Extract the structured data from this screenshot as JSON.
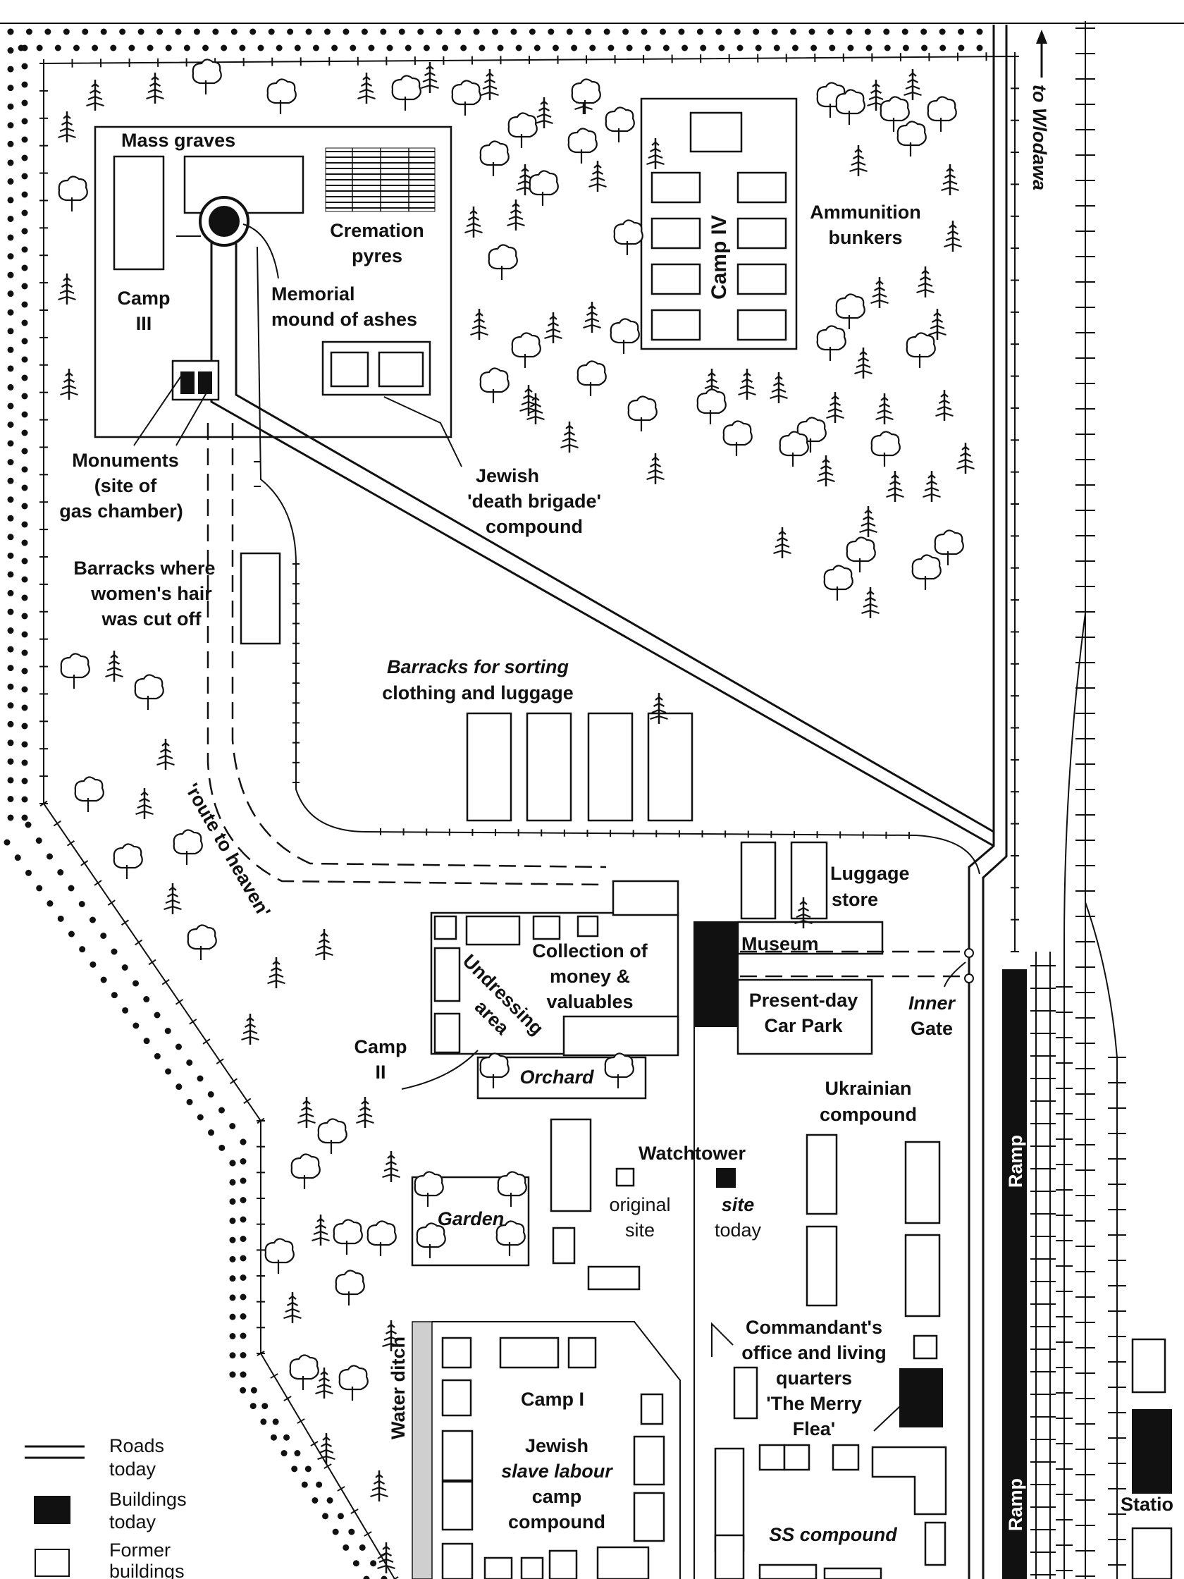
{
  "labels": {
    "mass_graves": "Mass graves",
    "cremation_pyres": [
      "Cremation",
      "pyres"
    ],
    "camp_iii": [
      "Camp",
      "III"
    ],
    "memorial": [
      "Memorial",
      "mound of ashes"
    ],
    "camp_iv": "Camp IV",
    "ammunition": [
      "Ammunition",
      "bunkers"
    ],
    "to_wlodawa": "to Wlodawa",
    "monuments": [
      "Monuments",
      "(site of",
      "gas chamber)"
    ],
    "death_brigade": [
      "Jewish",
      "'death brigade'",
      "compound"
    ],
    "hair_barracks": [
      "Barracks where",
      "women's hair",
      "was cut off"
    ],
    "sorting_barracks": [
      "Barracks for sorting",
      "clothing and luggage"
    ],
    "route_to_heaven": "'route to heaven'",
    "luggage_store": [
      "Luggage",
      "store"
    ],
    "museum": "Museum",
    "collection": [
      "Collection of",
      "money &",
      "valuables"
    ],
    "undressing": [
      "Undressing",
      "area"
    ],
    "car_park": [
      "Present-day",
      "Car Park"
    ],
    "inner_gate": [
      "Inner",
      "Gate"
    ],
    "camp_ii": [
      "Camp",
      "II"
    ],
    "orchard": "Orchard",
    "ukrainian": [
      "Ukrainian",
      "compound"
    ],
    "watchtower": "Watchtower",
    "original_site": [
      "original",
      "site"
    ],
    "site_today": [
      "site",
      "today"
    ],
    "garden": "Garden",
    "ramp": "Ramp",
    "water_ditch": "Water ditch",
    "camp_i": "Camp I",
    "slave_labour": [
      "Jewish",
      "slave labour",
      "camp",
      "compound"
    ],
    "commandant": [
      "Commandant's",
      "office and living",
      "quarters",
      "'The Merry",
      "Flea'"
    ],
    "ss_compound": "SS compound",
    "station": "Statio"
  },
  "legend": {
    "roads": [
      "Roads",
      "today"
    ],
    "buildings_today": [
      "Buildings",
      "today"
    ],
    "former_buildings": [
      "Former",
      "buildings"
    ]
  },
  "colors": {
    "ink": "#111111",
    "paper": "#ffffff",
    "ditch": "#cfcfcf"
  }
}
